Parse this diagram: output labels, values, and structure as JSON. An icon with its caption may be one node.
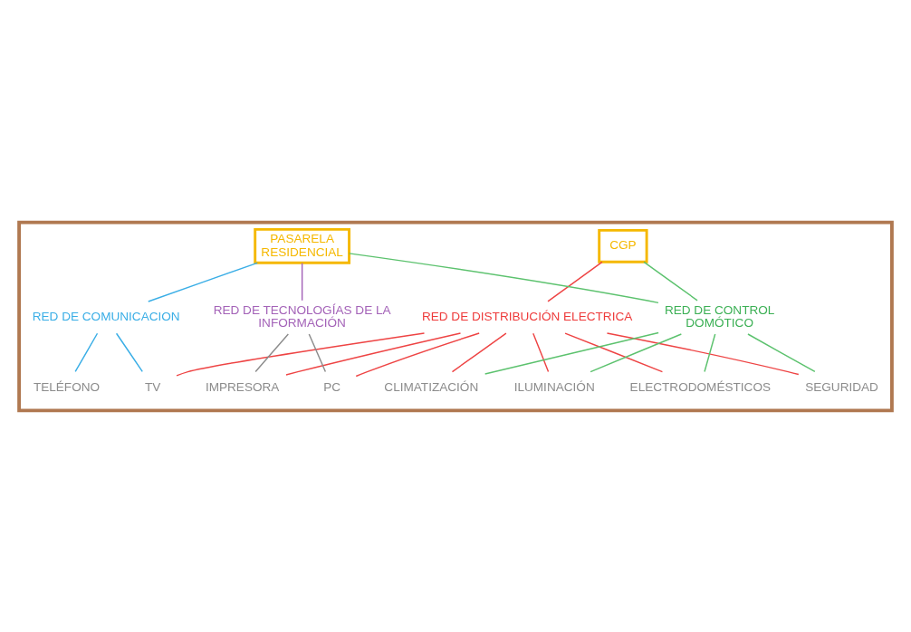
{
  "diagram": {
    "nodes": [
      {
        "text": [],
        "shape": "house"
      },
      {
        "text": [
          "CGP"
        ],
        "in": 0
      },
      {
        "text": [
          "PASARELA RESIDENCIAL"
        ],
        "in": 0
      },
      {
        "text": [
          "RED DE DISTRIBUCIÓN ELECTRICA"
        ],
        "in": 0
      },
      {
        "text": [
          "RED DE COMUNICACION"
        ],
        "in": 0
      },
      {
        "text": [
          "RED DE TECNOLOGÍAS DE LA INFORMACIÓN"
        ],
        "in": 0
      },
      {
        "text": [
          "RED DE CONTROL DOMÓTICO"
        ],
        "in": 0
      },
      {
        "text": [
          "CLIMATIZACIÓN"
        ],
        "in": 0
      },
      {
        "text": [
          "ILUMINACIÓN"
        ],
        "in": 0
      },
      {
        "text": [
          "ELECTRODOMÉSTICOS"
        ],
        "in": 0
      },
      {
        "text": [
          "SEGURIDAD"
        ],
        "in": 0
      },
      {
        "text": [
          "TELÉFONO"
        ],
        "in": 0
      },
      {
        "text": [
          "IMPRESORA"
        ],
        "in": 0
      },
      {
        "text": [
          "TV"
        ],
        "in": 0
      },
      {
        "text": [
          "PC"
        ],
        "in": 0
      }
    ],
    "edges": [
      {
        "from": 1,
        "to": 3,
        "arrow": "none"
      },
      {
        "from": 1,
        "to": 6,
        "arrow": "none",
        "color": "#5cc26e"
      },
      {
        "from": 2,
        "to": 4,
        "arrow": "none",
        "color": "#3aaee6"
      },
      {
        "from": 2,
        "to": 5,
        "arrow": "none",
        "color": "#a463b8"
      },
      {
        "from": 2,
        "to": 6,
        "arrow": "none",
        "color": "#5cc26e"
      },
      {
        "from": 3,
        "to": 7,
        "arrow": "none"
      },
      {
        "from": 3,
        "to": 10,
        "arrow": "none"
      },
      {
        "from": 3,
        "to": 8,
        "arrow": "none"
      },
      {
        "from": 3,
        "to": 13,
        "arrow": "none"
      },
      {
        "from": 3,
        "to": 12,
        "arrow": "none"
      },
      {
        "from": 3,
        "to": 14,
        "arrow": "none"
      },
      {
        "from": 3,
        "to": 9,
        "arrow": "none"
      },
      {
        "from": 4,
        "to": 11,
        "arrow": "none",
        "color": "#3aaee6"
      },
      {
        "from": 4,
        "to": 13,
        "arrow": "none",
        "color": "#3aaee6"
      },
      {
        "from": 5,
        "to": 12,
        "arrow": "none",
        "color": "#8c8c8c"
      },
      {
        "from": 5,
        "to": 14,
        "arrow": "none",
        "color": "#8c8c8c"
      },
      {
        "from": 6,
        "to": 7,
        "arrow": "none",
        "color": "#5cc26e"
      },
      {
        "from": 6,
        "to": 10,
        "arrow": "none",
        "color": "#5cc26e"
      },
      {
        "from": 6,
        "to": 8,
        "arrow": "none",
        "color": "#5cc26e"
      },
      {
        "from": 6,
        "to": 9,
        "arrow": "none",
        "color": "#5cc26e"
      }
    ]
  }
}
